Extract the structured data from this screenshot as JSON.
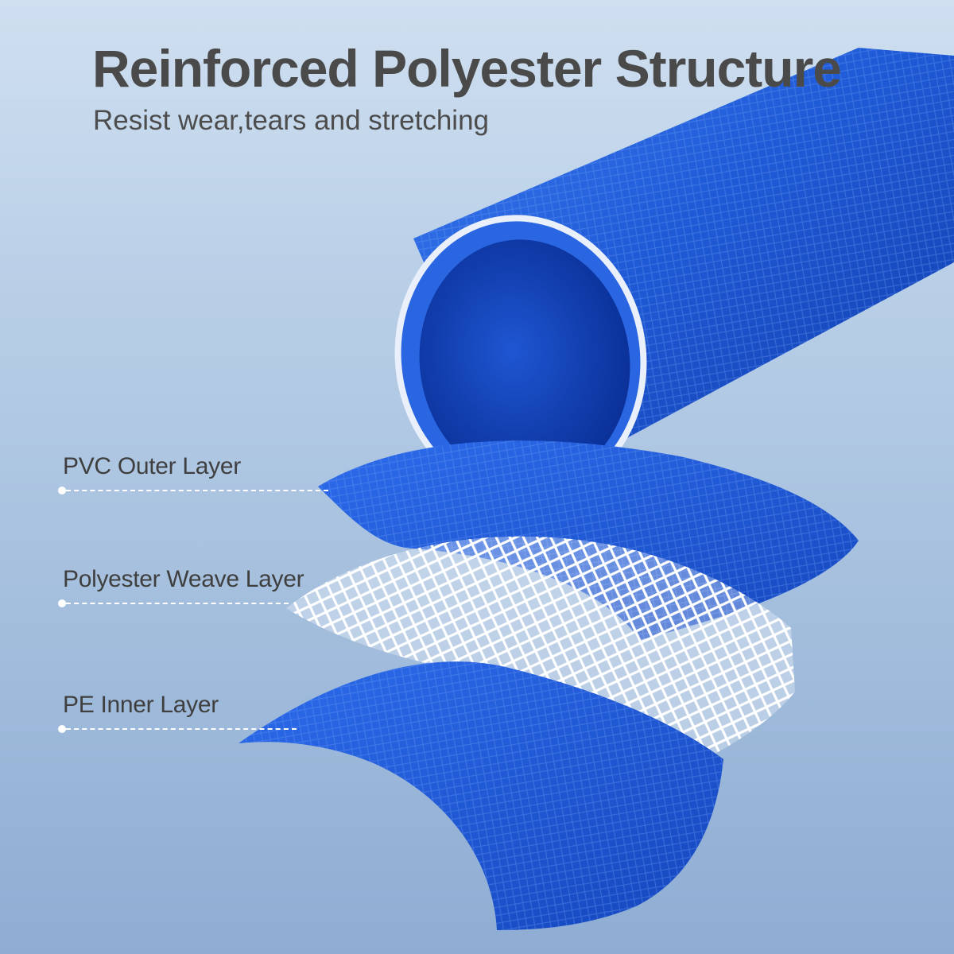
{
  "title": "Reinforced Polyester Structure",
  "subtitle": "Resist wear,tears and stretching",
  "layers": [
    {
      "label": "PVC Outer Layer"
    },
    {
      "label": "Polyester Weave Layer"
    },
    {
      "label": "PE Inner Layer"
    }
  ],
  "colors": {
    "hose_blue": "#1f5ad6",
    "hose_blue_dark": "#0f3aa8",
    "weave_white": "#f4f6fb",
    "text_dark": "#4a4a4a",
    "leader_white": "#ffffff"
  },
  "icons": [
    "hose-tube-illustration",
    "pvc-outer-layer-piece",
    "polyester-weave-piece",
    "pe-inner-layer-piece"
  ]
}
